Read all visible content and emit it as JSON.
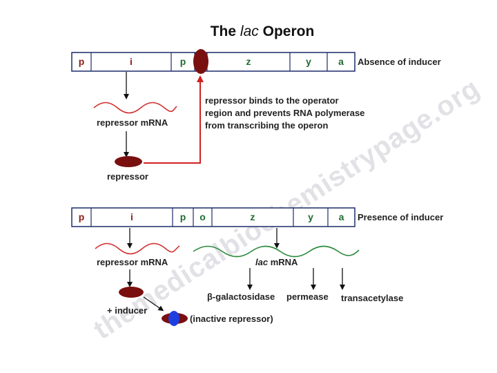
{
  "title_prefix": "The",
  "title_italic": "lac",
  "title_suffix": "Operon",
  "top_row": {
    "genes": [
      "p",
      "i",
      "p",
      "z",
      "y",
      "a"
    ],
    "condition": "Absence of inducer"
  },
  "bottom_row": {
    "genes": [
      "p",
      "i",
      "p",
      "o",
      "z",
      "y",
      "a"
    ],
    "condition": "Presence of inducer"
  },
  "labels": {
    "repressor_mrna_top": "repressor mRNA",
    "repressor_top": "repressor",
    "note_line1": "repressor binds to the operator",
    "note_line2": "region and prevents RNA polymerase",
    "note_line3": "from transcribing the operon",
    "repressor_mrna_bottom": "repressor mRNA",
    "lac_mrna_italic": "lac",
    "lac_mrna_suffix": "mRNA",
    "plus_inducer": "+ inducer",
    "inactive_repressor": "(inactive repressor)",
    "b_galactosidase": "β-galactosidase",
    "permease": "permease",
    "transacetylase": "transacetylase"
  },
  "watermark": "themedicalbiochemistrypage.org",
  "colors": {
    "repressor": "#7a0f0f",
    "inducer_complex": "#1e3fe0",
    "mrna_red": "#d23030",
    "mrna_green": "#2a8a3a",
    "box_border": "#1a2a6a",
    "arrow_red": "#d02020"
  }
}
